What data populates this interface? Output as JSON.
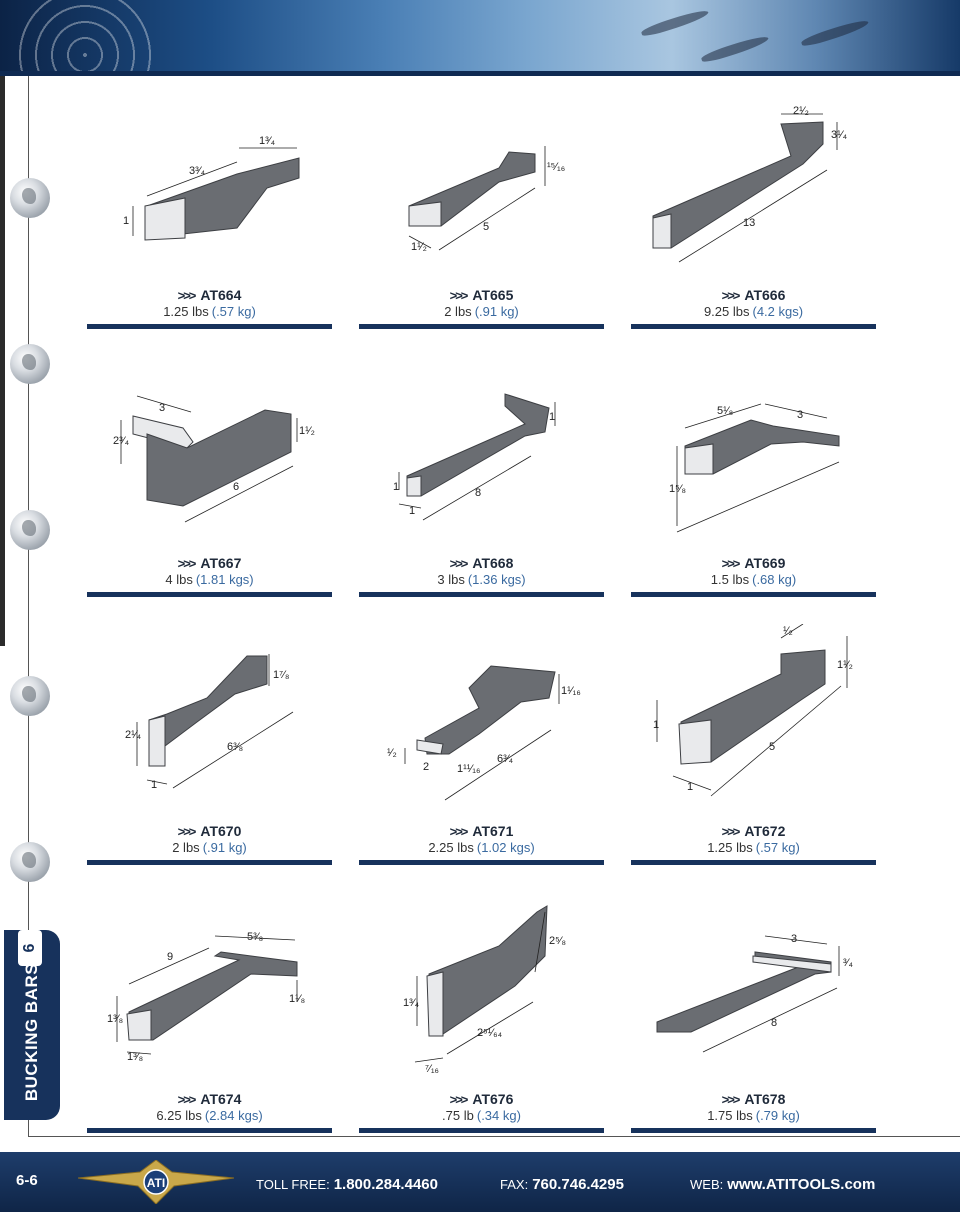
{
  "footer": {
    "page_number": "6-6",
    "toll_free_label": "TOLL FREE:",
    "toll_free": "1.800.284.4460",
    "fax_label": "FAX:",
    "fax": "760.746.4295",
    "web_label": "WEB:",
    "web": "www.ATITOOLS.com",
    "logo_text": "ATI"
  },
  "sidetab": {
    "number": "6",
    "label": "BUCKING BARS"
  },
  "chevrons": ">>>",
  "products": [
    {
      "model": "AT664",
      "weight": "1.25 lbs",
      "weight_kg": "(.57 kg)",
      "dims": [
        "3³⁄₄",
        "1³⁄₄",
        "1"
      ]
    },
    {
      "model": "AT665",
      "weight": "2 lbs",
      "weight_kg": "(.91 kg)",
      "dims": [
        "5",
        "¹⁵⁄₁₆",
        "1¹⁄₂"
      ]
    },
    {
      "model": "AT666",
      "weight": "9.25 lbs",
      "weight_kg": "(4.2 kgs)",
      "dims": [
        "13",
        "2¹⁄₂",
        "3¹⁄₄"
      ]
    },
    {
      "model": "AT667",
      "weight": "4 lbs",
      "weight_kg": "(1.81 kgs)",
      "dims": [
        "3",
        "2³⁄₄",
        "1¹⁄₂",
        "6"
      ]
    },
    {
      "model": "AT668",
      "weight": "3 lbs",
      "weight_kg": "(1.36 kgs)",
      "dims": [
        "8",
        "1",
        "1",
        "1"
      ]
    },
    {
      "model": "AT669",
      "weight": "1.5 lbs",
      "weight_kg": "(.68 kg)",
      "dims": [
        "5¹⁄₈",
        "3",
        "1⁵⁄₈"
      ]
    },
    {
      "model": "AT670",
      "weight": "2 lbs",
      "weight_kg": "(.91 kg)",
      "dims": [
        "6³⁄₈",
        "2¹⁄₄",
        "1⁷⁄₈",
        "1"
      ]
    },
    {
      "model": "AT671",
      "weight": "2.25 lbs",
      "weight_kg": "(1.02 kgs)",
      "dims": [
        "6³⁄₄",
        "1¹⁄₁₆",
        "2",
        "1¹¹⁄₁₆",
        "¹⁄₂"
      ]
    },
    {
      "model": "AT672",
      "weight": "1.25 lbs",
      "weight_kg": "(.57 kg)",
      "dims": [
        "5",
        "¹⁄₂",
        "1¹⁄₂",
        "1",
        "1"
      ]
    },
    {
      "model": "AT674",
      "weight": "6.25 lbs",
      "weight_kg": "(2.84 kgs)",
      "dims": [
        "9",
        "5³⁄₈",
        "1¹⁄₈",
        "1³⁄₈",
        "1³⁄₈"
      ]
    },
    {
      "model": "AT676",
      "weight": ".75 lb",
      "weight_kg": "(.34 kg)",
      "dims": [
        "2⁵⁄₈",
        "1³⁄₄",
        "2⁵¹⁄₆₄",
        "⁷⁄₁₆"
      ]
    },
    {
      "model": "AT678",
      "weight": "1.75 lbs",
      "weight_kg": "(.79 kg)",
      "dims": [
        "3",
        "³⁄₄",
        "8"
      ]
    }
  ]
}
